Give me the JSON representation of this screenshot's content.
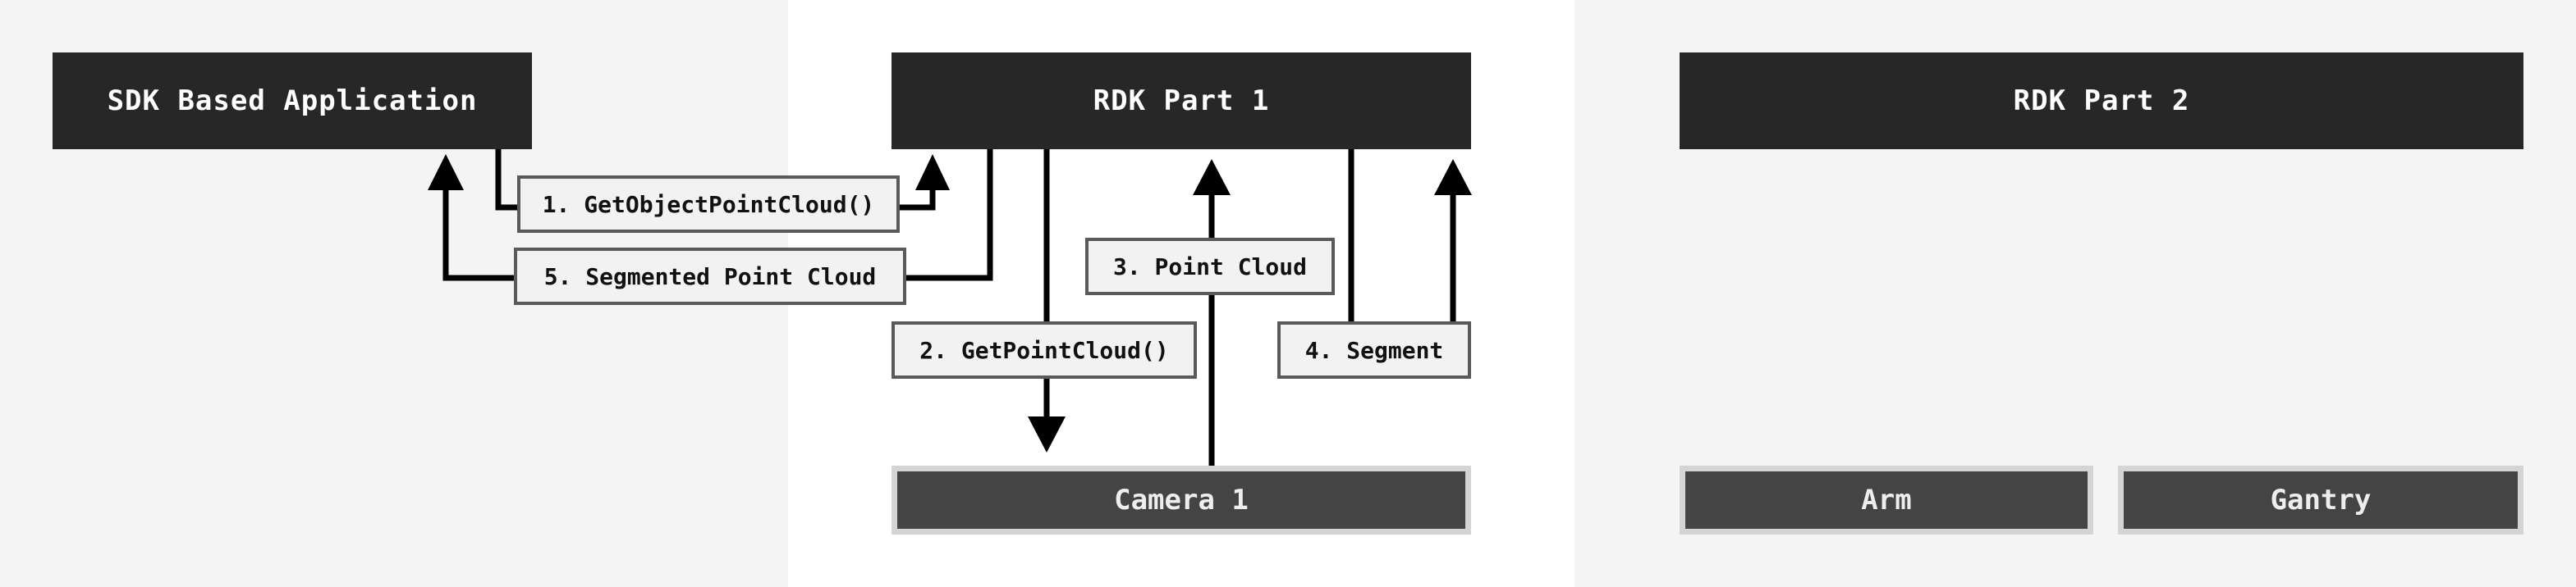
{
  "swimlanes": {
    "left": "SDK Based Application",
    "middle": "RDK Part 1",
    "right": "RDK Part 2"
  },
  "components": {
    "camera": "Camera 1",
    "arm": "Arm",
    "gantry": "Gantry"
  },
  "steps": {
    "step1": "1. GetObjectPointCloud()",
    "step2": "2. GetPointCloud()",
    "step3": "3. Point Cloud",
    "step4": "4. Segment",
    "step5": "5. Segmented Point Cloud"
  },
  "colors": {
    "header_bg": "#272727",
    "component_bg": "#444444",
    "label_bg": "#f2f2f2",
    "lane_shade": "#f4f4f4"
  }
}
